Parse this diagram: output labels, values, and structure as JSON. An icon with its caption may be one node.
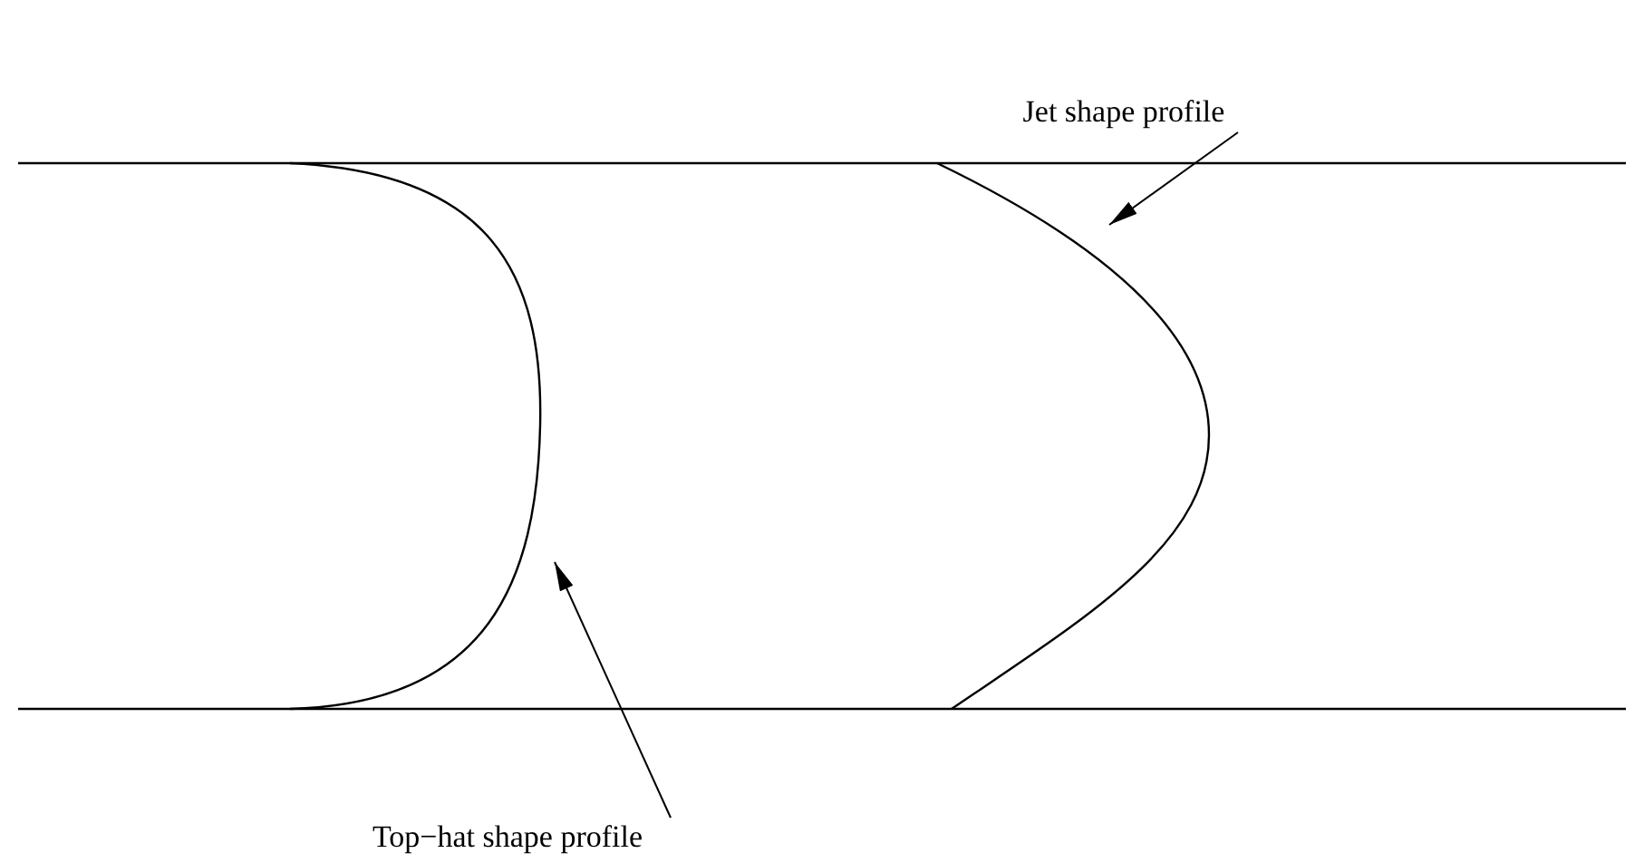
{
  "diagram": {
    "nodes": [
      {
        "text": [
          "Jet shape profile"
        ]
      },
      {
        "text": [],
        "shape": "curve"
      },
      {
        "text": [],
        "shape": "curve"
      },
      {
        "text": [
          "Top−hat shape profile"
        ]
      }
    ],
    "edges": [
      {
        "from": 0,
        "to": 2,
        "arrow": "to"
      },
      {
        "from": 3,
        "to": 1,
        "arrow": "to"
      }
    ]
  }
}
